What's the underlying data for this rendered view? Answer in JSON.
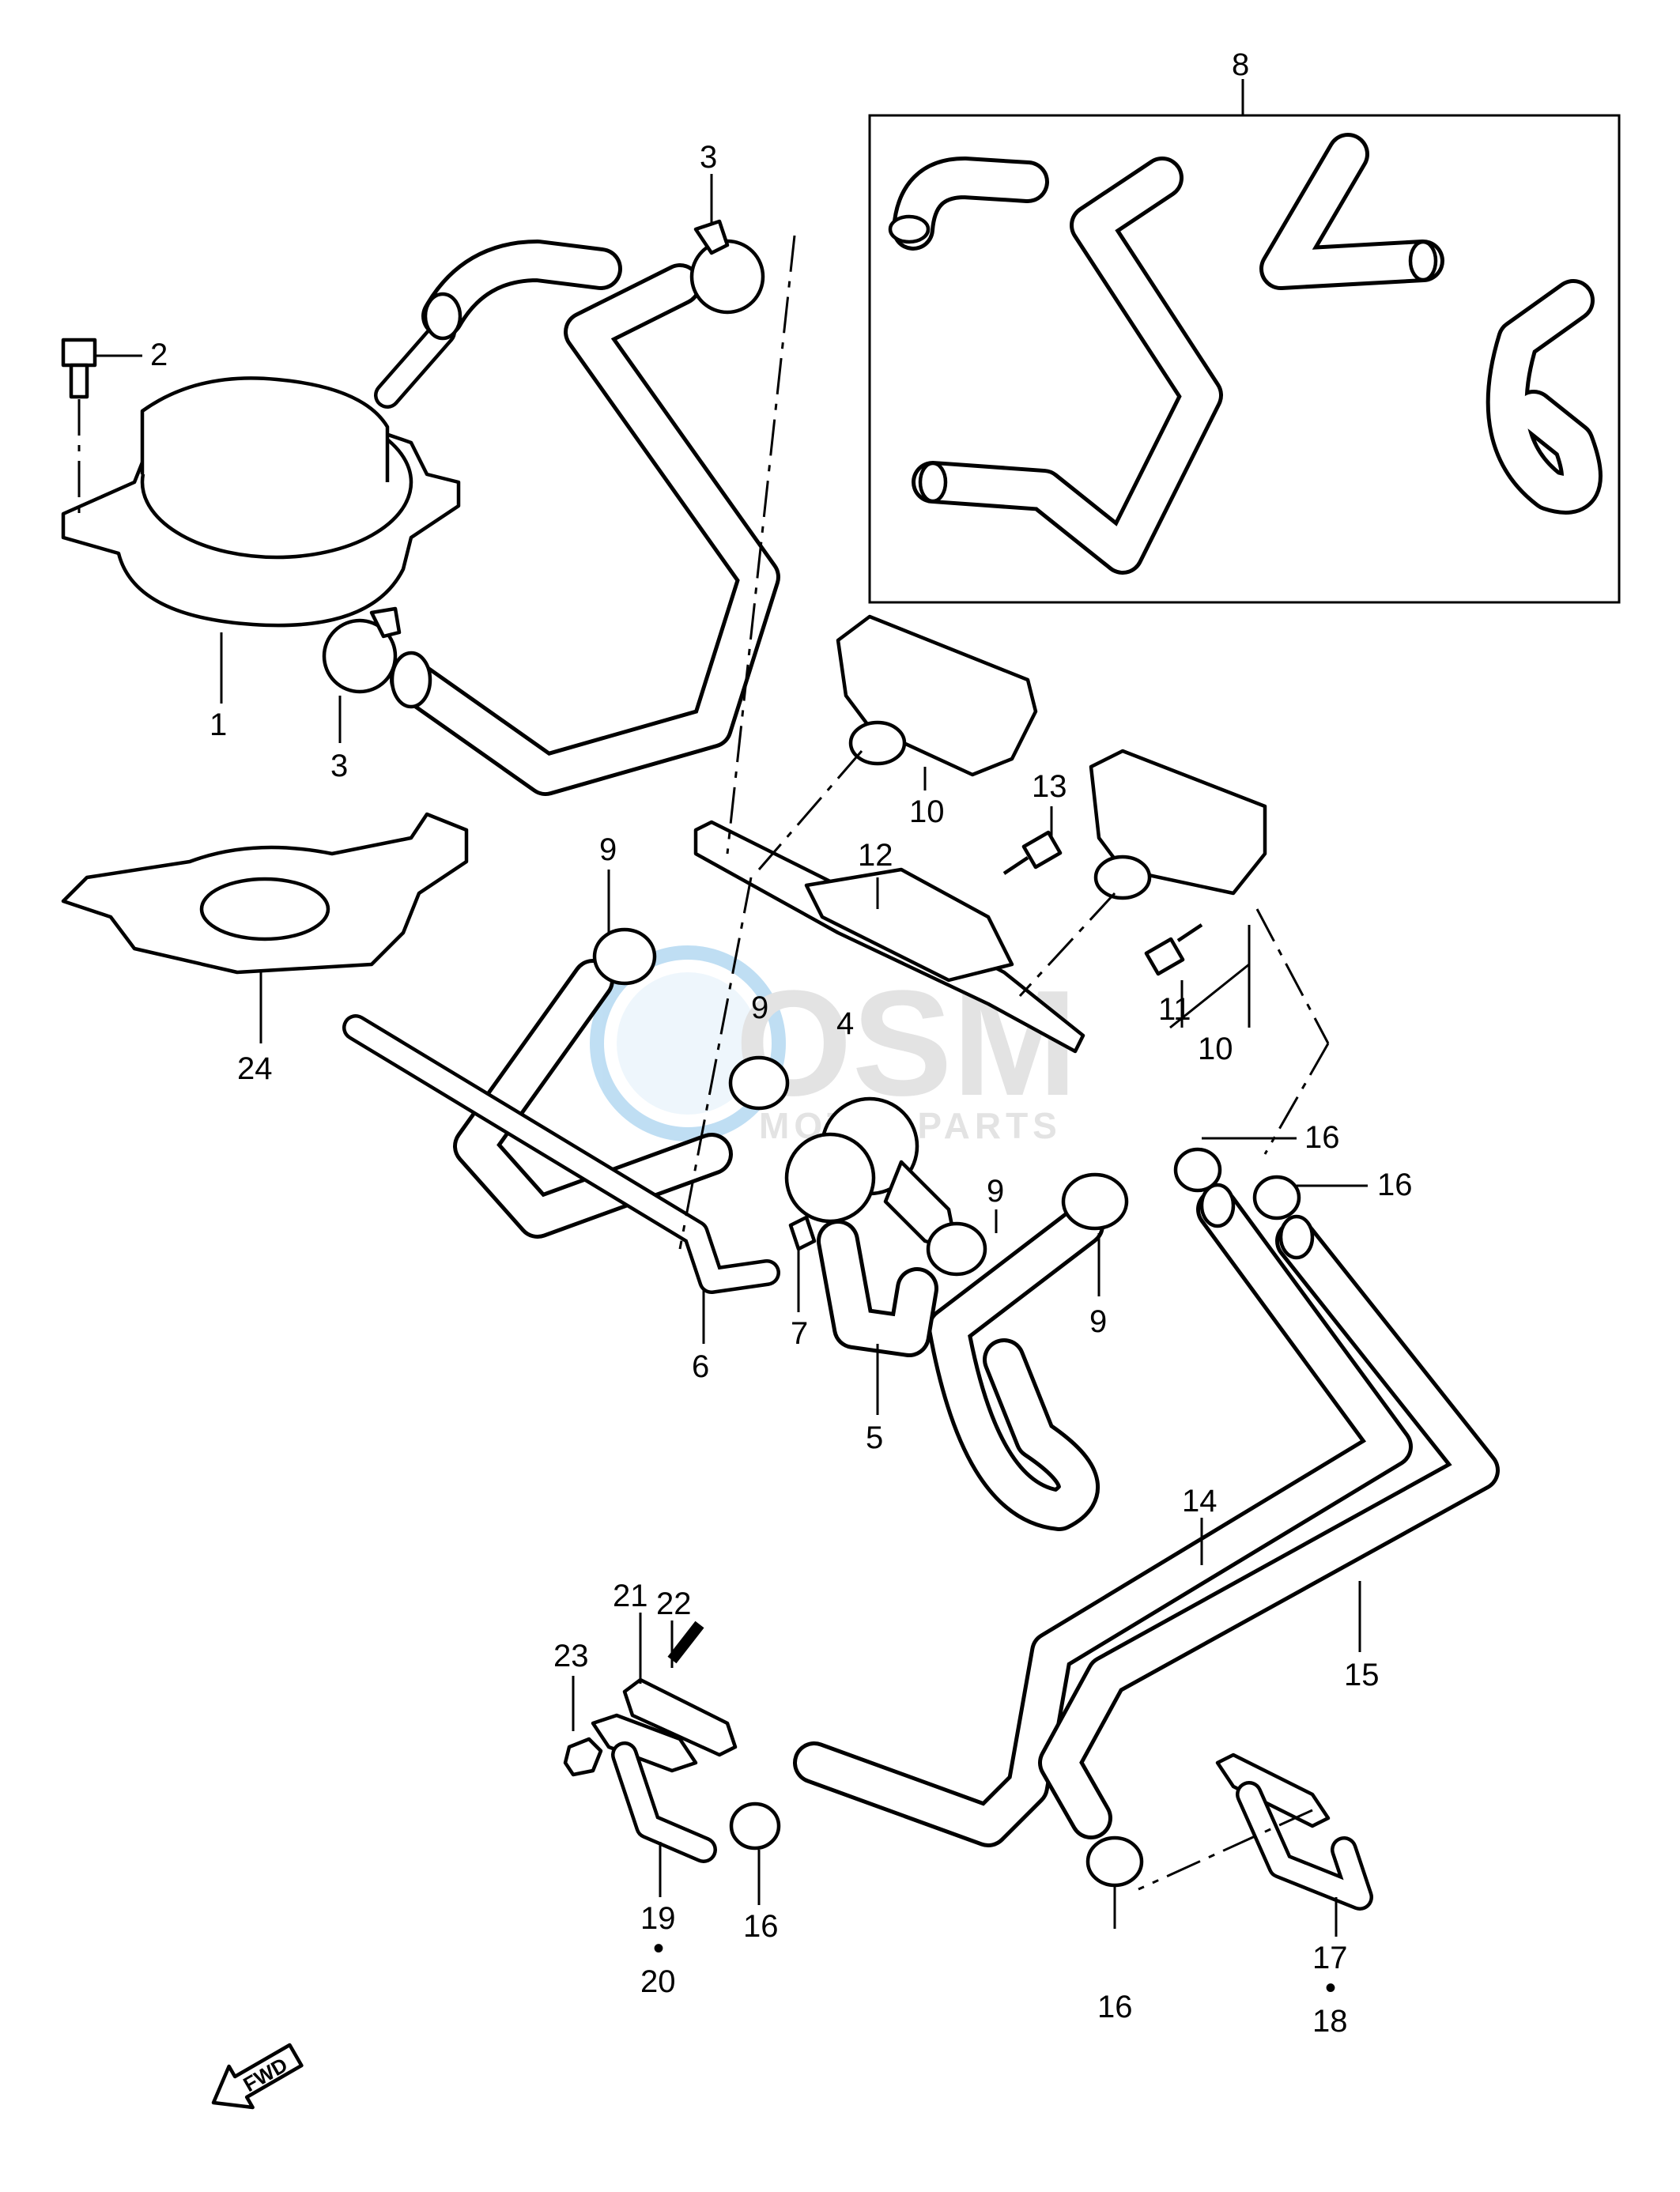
{
  "callouts": {
    "c1": "1",
    "c2": "2",
    "c3a": "3",
    "c3b": "3",
    "c4": "4",
    "c5": "5",
    "c6": "6",
    "c7": "7",
    "c8": "8",
    "c9a": "9",
    "c9b": "9",
    "c9c": "9",
    "c9d": "9",
    "c10a": "10",
    "c10b": "10",
    "c11": "11",
    "c12": "12",
    "c13": "13",
    "c14": "14",
    "c15": "15",
    "c16a": "16",
    "c16b": "16",
    "c16c": "16",
    "c16d": "16",
    "c17": "17",
    "c18": "18",
    "c19": "19",
    "c20": "20",
    "c21": "21",
    "c22": "22",
    "c23": "23",
    "c24": "24"
  },
  "watermark": {
    "brand": "OSM",
    "sub": "MOTORPARTS"
  },
  "fwd_label": "FWD"
}
